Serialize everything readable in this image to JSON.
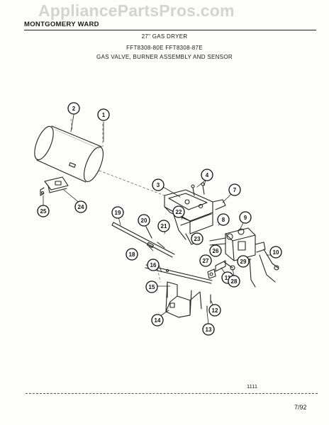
{
  "watermark": "AppliancePartsPros.com",
  "header": {
    "brand": "MONTGOMERY WARD"
  },
  "titles": {
    "line1": "27\" GAS DRYER",
    "line2": "FFT8308-80E  FFT8308-87E",
    "line3": "GAS VALVE, BURNER ASSEMBLY AND SENSOR"
  },
  "footer": {
    "code": "1111",
    "date": "7/92"
  },
  "callouts": [
    "1",
    "2",
    "3",
    "4",
    "7",
    "8",
    "9",
    "10",
    "11",
    "12",
    "13",
    "14",
    "15",
    "16",
    "18",
    "19",
    "20",
    "21",
    "22",
    "23",
    "24",
    "25",
    "26",
    "27",
    "28",
    "29"
  ]
}
